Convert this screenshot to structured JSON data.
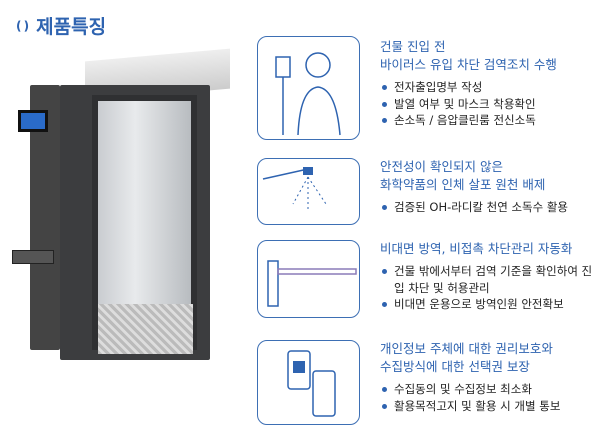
{
  "header": {
    "icon": "bracket-icon",
    "title": "제품특징"
  },
  "features": [
    {
      "title": [
        "건물 진입 전",
        "바이러스 유입 차단 검역조치 수행"
      ],
      "bullets": [
        "전자출입명부 작성",
        "발열 여부 및 마스크 착용확인",
        "손소독 / 음압클린룸 전신소독"
      ],
      "icon": "person-thermal-scanner-icon"
    },
    {
      "title": [
        "안전성이 확인되지 않은",
        "화학약품의 인체 살포 원천 배제"
      ],
      "bullets": [
        "검증된 OH-라디칼 천연 소독수 활용"
      ],
      "icon": "spray-nozzle-icon"
    },
    {
      "title": [
        "비대면 방역, 비접촉 차단관리 자동화"
      ],
      "bullets": [
        "건물 밖에서부터 검역 기준을 확인하여 진입 차단 및 허용관리",
        "비대면 운용으로 방역인원 안전확보"
      ],
      "icon": "barrier-gate-icon"
    },
    {
      "title": [
        "개인정보 주체에 대한 권리보호와",
        "수집방식에 대한 선택권 보장"
      ],
      "bullets": [
        "수집동의 및 수집정보 최소화",
        "활용목적고지 및 활용 시 개별 통보"
      ],
      "icon": "qr-phone-kiosk-icon"
    }
  ],
  "colors": {
    "accent": "#2e63b0"
  }
}
